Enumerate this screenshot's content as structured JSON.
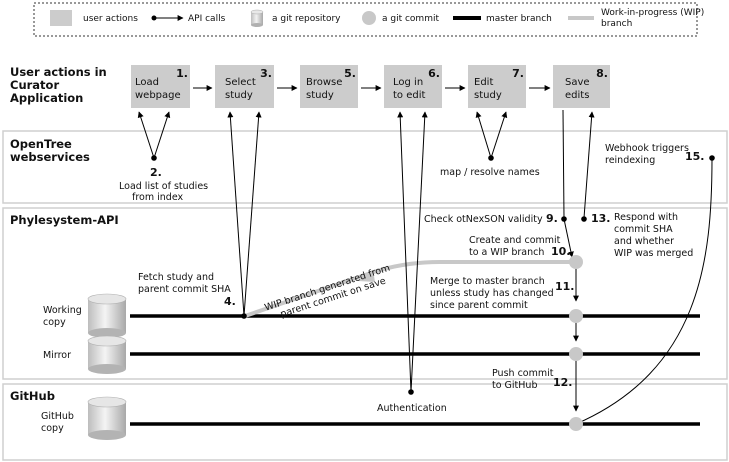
{
  "legend": {
    "user_actions": "user actions",
    "api_calls": "API calls",
    "git_repository": "a git repository",
    "git_commit": "a git commit",
    "master_branch": "master branch",
    "wip_branch_line1": "Work-in-progress (WIP)",
    "wip_branch_line2": "branch"
  },
  "sections": {
    "curator_line1": "User actions in",
    "curator_line2": "Curator",
    "curator_line3": "Application",
    "opentree_line1": "OpenTree",
    "opentree_line2": "webservices",
    "phylesystem": "Phylesystem-API",
    "github": "GitHub"
  },
  "actions": [
    {
      "num": "1.",
      "line1": "Load",
      "line2": "webpage"
    },
    {
      "num": "3.",
      "line1": "Select",
      "line2": "study"
    },
    {
      "num": "5.",
      "line1": "Browse",
      "line2": "study"
    },
    {
      "num": "6.",
      "line1": "Log in",
      "line2": "to edit"
    },
    {
      "num": "7.",
      "line1": "Edit",
      "line2": "study"
    },
    {
      "num": "8.",
      "line1": "Save",
      "line2": "edits"
    }
  ],
  "repos": {
    "working_line1": "Working",
    "working_line2": "copy",
    "mirror": "Mirror",
    "github_line1": "GitHub",
    "github_line2": "copy"
  },
  "annotations": {
    "step2_num": "2.",
    "step2_line1": "Load list of studies",
    "step2_line2": "from index",
    "map_resolve": "map / resolve names",
    "step15_line1": "Webhook triggers",
    "step15_line2": "reindexing",
    "step15_num": "15.",
    "step9_text": "Check otNexSON validity",
    "step9_num": "9.",
    "step13_num": "13.",
    "step13_line1": "Respond with",
    "step13_line2": "commit SHA",
    "step13_line3": "and whether",
    "step13_line4": "WIP was merged",
    "step10_line1": "Create and commit",
    "step10_line2": "to a WIP branch",
    "step10_num": "10.",
    "step4_line1": "Fetch study and",
    "step4_line2": "parent commit SHA",
    "step4_num": "4.",
    "wip_line1": "WIP branch generated from",
    "wip_line2": "parent commit on save",
    "step11_line1": "Merge to master branch",
    "step11_line2": "unless study has changed",
    "step11_line3": "since parent commit",
    "step11_num": "11.",
    "step12_line1": "Push commit",
    "step12_line2": "to GitHub",
    "step12_num": "12.",
    "authentication": "Authentication"
  },
  "colors": {
    "box_fill": "#cccccc",
    "section_border": "#cfcfcf",
    "wip_branch": "#c8c8c8",
    "commit_node": "#c8c8c8",
    "master_branch": "#000000"
  }
}
